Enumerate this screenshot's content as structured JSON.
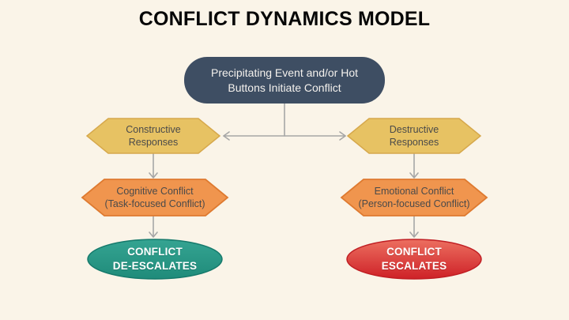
{
  "title": "CONFLICT DYNAMICS MODEL",
  "colors": {
    "background": "#FAF4E8",
    "navy": "#3E4E63",
    "yellow": "#E7C263",
    "yellow_border": "#D6A84C",
    "orange": "#F0954E",
    "orange_border": "#DE7A30",
    "teal_light": "#35A492",
    "teal": "#1F8B7A",
    "teal_border": "#15796B",
    "red_light": "#EC6F60",
    "red": "#CE2127",
    "red_border": "#C01E23",
    "line": "#A6A6A6"
  },
  "nodes": {
    "precipitating": {
      "line1": "Precipitating Event and/or Hot",
      "line2": "Buttons Initiate Conflict"
    },
    "constructive": {
      "line1": "Constructive",
      "line2": "Responses"
    },
    "destructive": {
      "line1": "Destructive",
      "line2": "Responses"
    },
    "cognitive": {
      "line1": "Cognitive Conflict",
      "line2": "(Task-focused Conflict)"
    },
    "emotional": {
      "line1": "Emotional Conflict",
      "line2": "(Person-focused Conflict)"
    },
    "deescalates": {
      "line1": "CONFLICT",
      "line2": "DE-ESCALATES"
    },
    "escalates": {
      "line1": "CONFLICT",
      "line2": "ESCALATES"
    }
  }
}
